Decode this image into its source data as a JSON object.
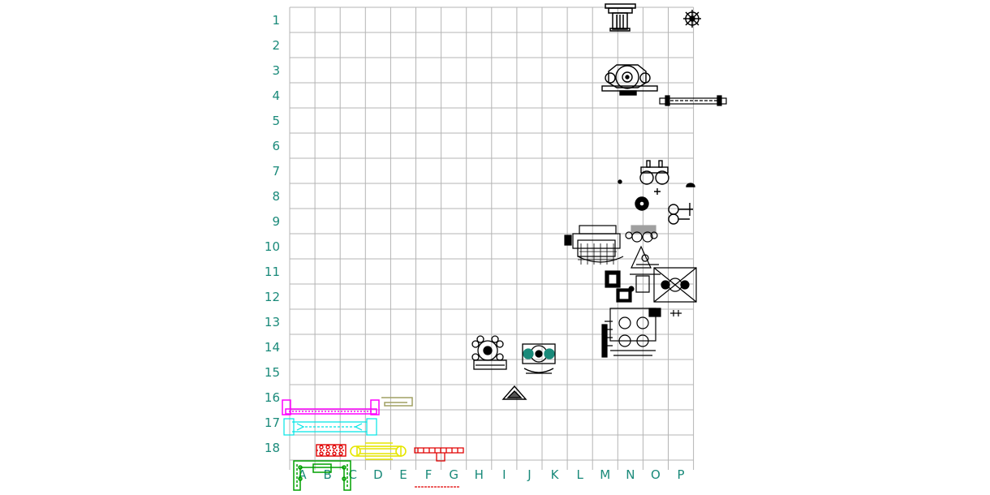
{
  "grid": {
    "row_labels": [
      "1",
      "2",
      "3",
      "4",
      "5",
      "6",
      "7",
      "8",
      "9",
      "10",
      "11",
      "12",
      "13",
      "14",
      "15",
      "16",
      "17",
      "18"
    ],
    "col_labels": [
      "A",
      "B",
      "C",
      "D",
      "E",
      "F",
      "G",
      "H",
      "I",
      "J",
      "K",
      "L",
      "M",
      "N",
      "O",
      "P"
    ],
    "line_color": "#b4b4b4",
    "label_color": "#1a8a7a"
  },
  "blocks": [
    {
      "name": "column-block",
      "color": "#000000"
    },
    {
      "name": "gear-block",
      "color": "#000000"
    },
    {
      "name": "dining-set-block",
      "color": "#000000"
    },
    {
      "name": "rail-block",
      "color": "#000000"
    },
    {
      "name": "table-chairs-block",
      "color": "#000000"
    },
    {
      "name": "bed-block",
      "color": "#000000"
    },
    {
      "name": "furniture-cluster-block",
      "color": "#000000"
    },
    {
      "name": "round-table-block",
      "color": "#000000"
    },
    {
      "name": "sofa-set-block",
      "color": "#000000"
    },
    {
      "name": "triangle-block",
      "color": "#000000"
    },
    {
      "name": "magenta-rail",
      "color": "#ff00ff"
    },
    {
      "name": "khaki-rail",
      "color": "#a0a064"
    },
    {
      "name": "cyan-rail",
      "color": "#00e5e5"
    },
    {
      "name": "red-panel",
      "color": "#e00000"
    },
    {
      "name": "yellow-rail",
      "color": "#e6e600"
    },
    {
      "name": "red-fence",
      "color": "#e00000"
    },
    {
      "name": "green-frame",
      "color": "#00a000"
    }
  ]
}
